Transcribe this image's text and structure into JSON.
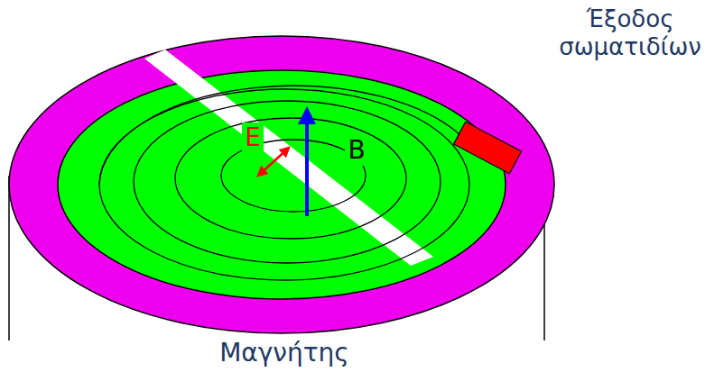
{
  "diagram": {
    "labels": [
      "Έξοδος σωματιδίων",
      "E",
      "B",
      "Μαγνήτης"
    ]
  }
}
